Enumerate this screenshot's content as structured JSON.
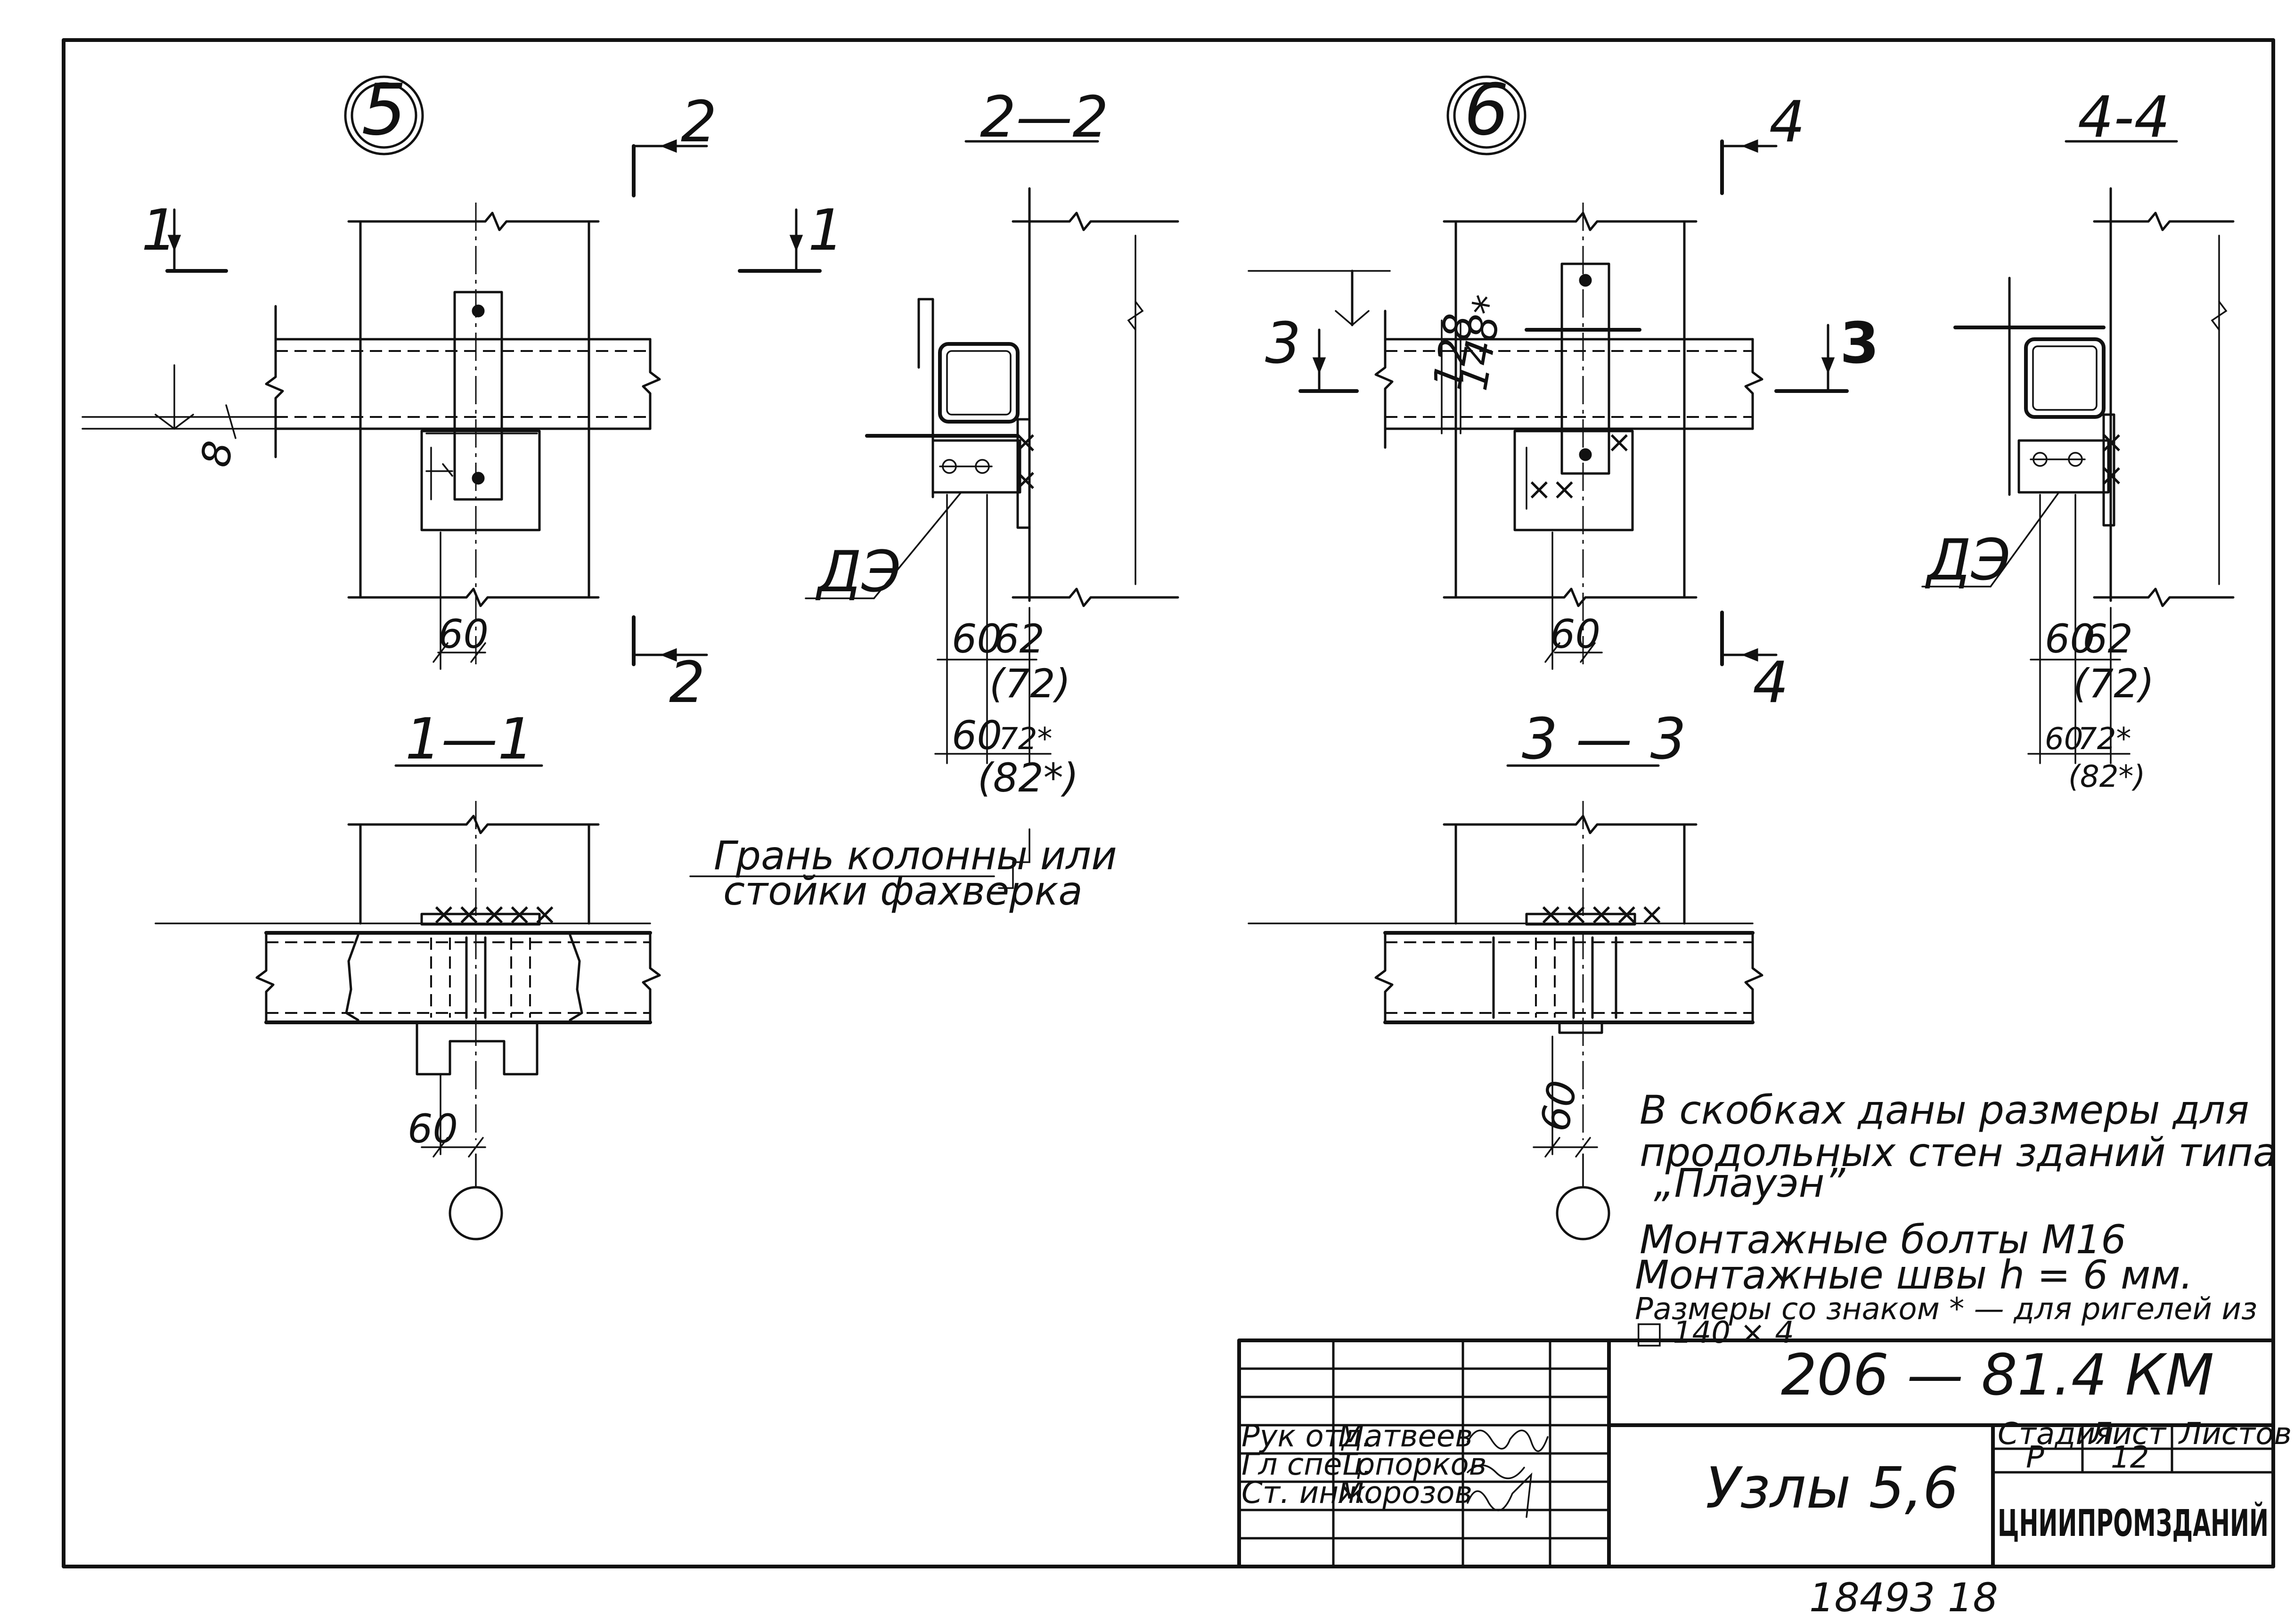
{
  "nodes": {
    "node5": {
      "label": "5"
    },
    "node6": {
      "label": "6"
    }
  },
  "cut_marks": {
    "c1": "1",
    "c2": "2",
    "c3": "3",
    "c4": "4"
  },
  "section_titles": {
    "s11": "1—1",
    "s22": "2—2",
    "s33": "3 — 3",
    "s44": "4-4"
  },
  "dimensions": {
    "d8": "8",
    "d60": "60",
    "d62": "62",
    "d72p": "(72)",
    "d72s": "72*",
    "d82s": "(82*)",
    "d128": "128",
    "d148s": "148*"
  },
  "labels": {
    "de": "ДЭ",
    "column_face_line1": "Грань колонны или",
    "column_face_line2": "стойки фахверка"
  },
  "notes": {
    "n1": "В скобках даны размеры для",
    "n2": "продольных стен зданий типа",
    "n3": "„Плауэн”",
    "n4": "Монтажные болты  М16",
    "n5": "Монтажные швы   h = 6 мм.",
    "n6": "Размеры со знаком * — для ригелей из",
    "n7": "□ 140 × 4"
  },
  "title_block": {
    "doc_code": "206 — 81.4 КМ",
    "title": "Узлы 5,6",
    "stage_label": "Стадия",
    "sheet_label": "Лист",
    "sheets_label": "Листов",
    "stage_value": "Р",
    "sheet_value": "12",
    "org": "ЦНИИПРОМЗДАНИЙ",
    "roles": [
      "Рук отд.",
      "Гл спец.",
      "Ст. инж."
    ],
    "names": [
      "Матвеев",
      "Топорков",
      "Морозов"
    ]
  },
  "footer": {
    "inv_number": "18493  18"
  }
}
